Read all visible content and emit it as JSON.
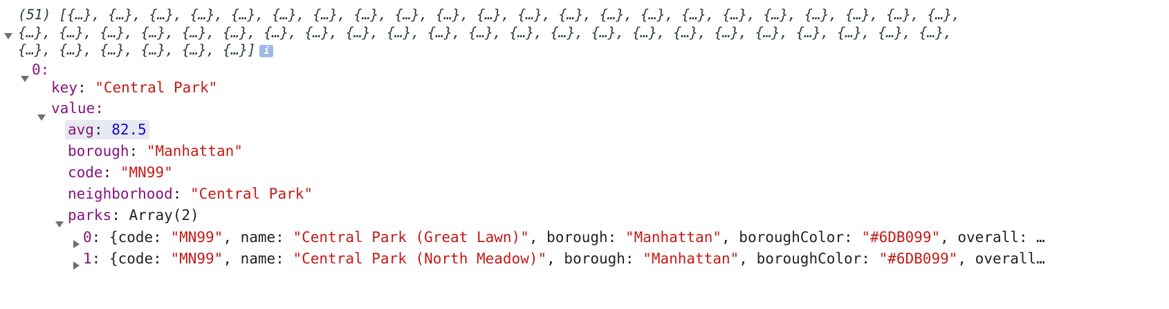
{
  "summary": {
    "line1": "(51) [{…}, {…}, {…}, {…}, {…}, {…}, {…}, {…}, {…}, {…}, {…}, {…}, {…}, {…}, {…}, {…}, {…}, {…}, {…}, {…}, {…}, {…},",
    "line2": "{…}, {…}, {…}, {…}, {…}, {…}, {…}, {…}, {…}, {…}, {…}, {…}, {…}, {…}, {…}, {…}, {…}, {…}, {…}, {…}, {…}, {…}, {…},",
    "line3": "{…}, {…}, {…}, {…}, {…}, {…}]",
    "info_badge": "i"
  },
  "tree": {
    "item0_label": "0:",
    "key_name": "key",
    "key_value": "\"Central Park\"",
    "value_label": "value:",
    "avg_name": "avg",
    "avg_value": "82.5",
    "borough_name": "borough",
    "borough_value": "\"Manhattan\"",
    "code_name": "code",
    "code_value": "\"MN99\"",
    "neighborhood_name": "neighborhood",
    "neighborhood_value": "\"Central Park\"",
    "parks_name": "parks",
    "parks_value": "Array(2)",
    "park0": {
      "index": "0",
      "open": "{code: ",
      "code": "\"MN99\"",
      "name_key": ", name: ",
      "name": "\"Central Park (Great Lawn)\"",
      "borough_key": ", borough: ",
      "borough": "\"Manhattan\"",
      "color_key": ", boroughColor: ",
      "color": "\"#6DB099\"",
      "tail": ", overall: …"
    },
    "park1": {
      "index": "1",
      "open": "{code: ",
      "code": "\"MN99\"",
      "name_key": ", name: ",
      "name": "\"Central Park (North Meadow)\"",
      "borough_key": ", borough: ",
      "borough": "\"Manhattan\"",
      "color_key": ", boroughColor: ",
      "color": "\"#6DB099\"",
      "tail": ", overall…"
    }
  },
  "colors": {
    "property_key": "#881280",
    "string_value": "#c41a16",
    "number_value": "#1c00cf",
    "highlight_bg": "#e6eaf0"
  }
}
